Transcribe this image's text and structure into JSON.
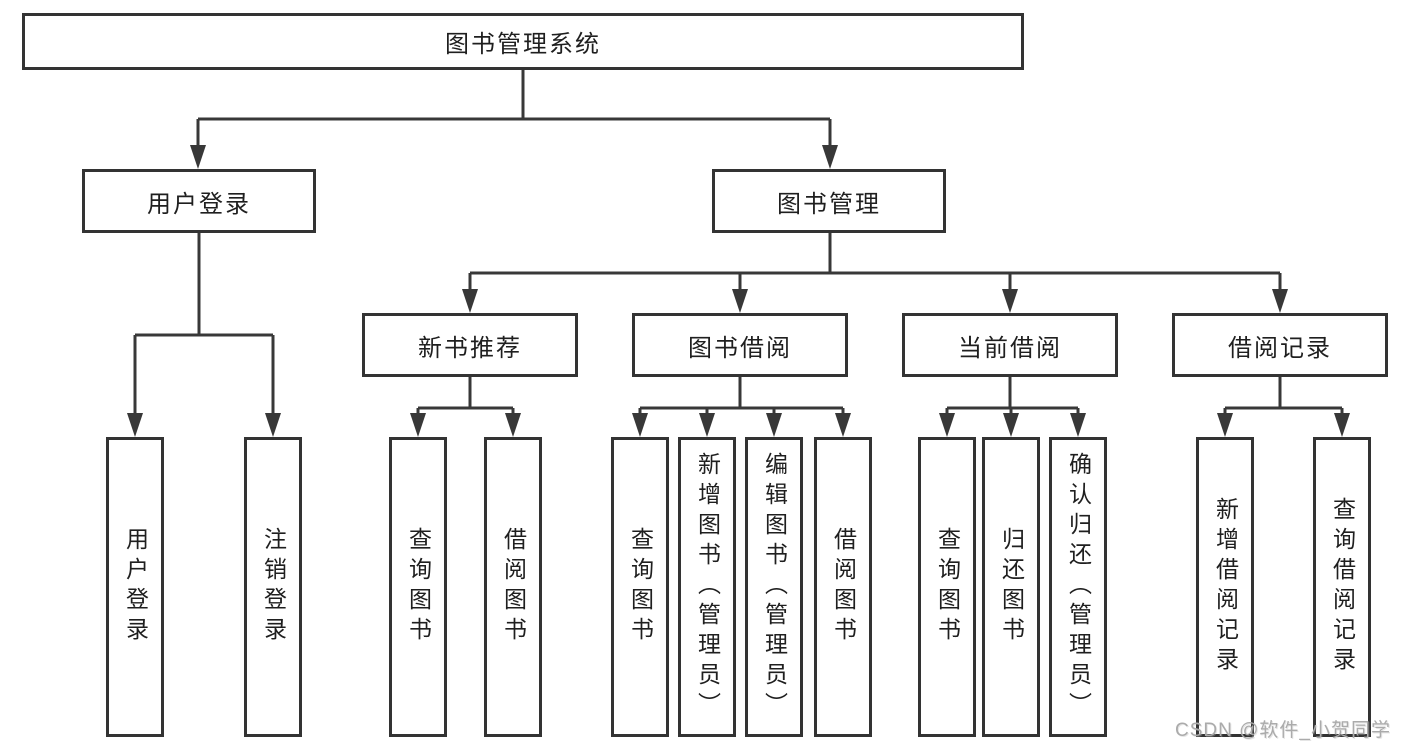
{
  "nodes": {
    "root": "图书管理系统",
    "level2": [
      "用户登录",
      "图书管理"
    ],
    "level3": [
      "新书推荐",
      "图书借阅",
      "当前借阅",
      "借阅记录"
    ],
    "leaves": [
      "用户登录",
      "注销登录",
      "查询图书",
      "借阅图书",
      "查询图书",
      "新增图书（管理员）",
      "编辑图书（管理员）",
      "借阅图书",
      "查询图书",
      "归还图书",
      "确认归还（管理员）",
      "新增借阅记录",
      "查询借阅记录"
    ]
  },
  "watermark": "CSDN @软件_小贺同学",
  "colors": {
    "line": "#383838",
    "border": "#333333",
    "text": "#1f1f1f",
    "watermark": "#ababab",
    "background": "#ffffff"
  }
}
